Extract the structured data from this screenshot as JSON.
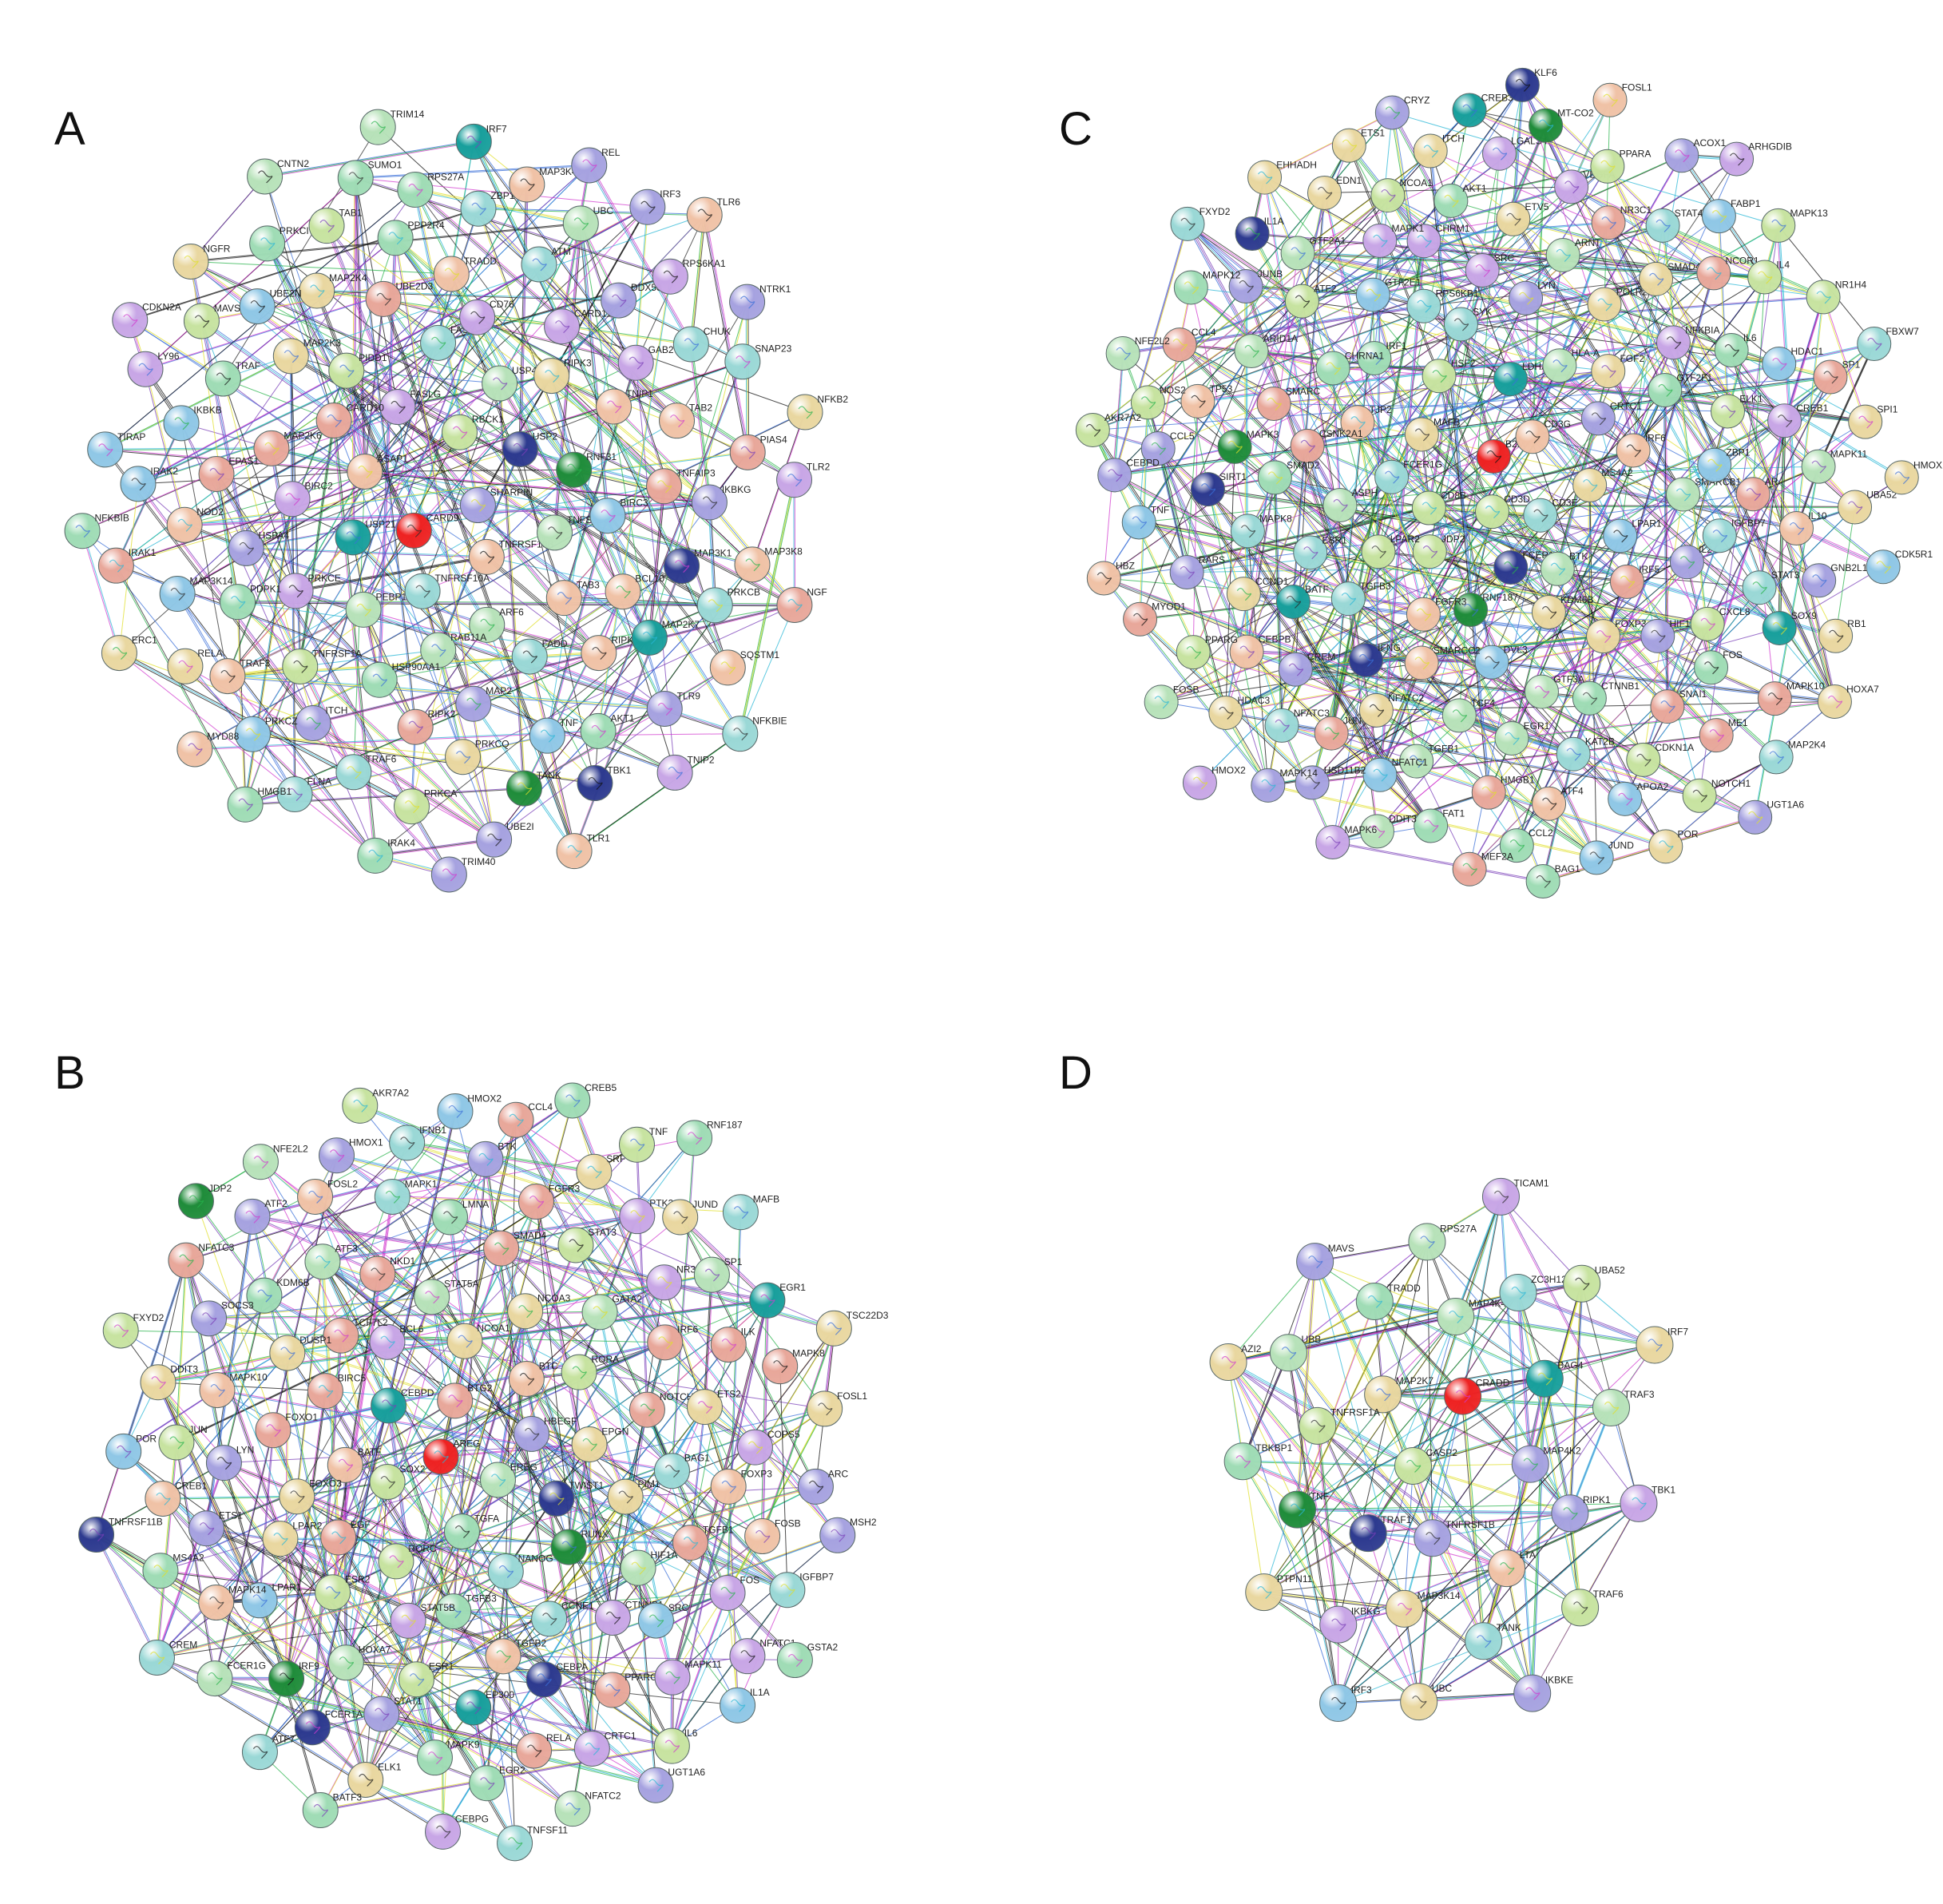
{
  "colors": {
    "node_palette": [
      "#9fdcb5",
      "#a6a2e0",
      "#9ad8d6",
      "#e9d7a0",
      "#e8a79a",
      "#c7e3a0",
      "#c8a6e6",
      "#8fc7e6",
      "#b7e2b9",
      "#f0c2a6"
    ],
    "edge_palette": [
      "#2b2b2b",
      "#7a3fb8",
      "#d13bcf",
      "#2ab7d6",
      "#28b34b",
      "#e0df2a",
      "#3a6fd8",
      "#111111"
    ],
    "center_node": "#ee2222",
    "dark_blue_node": "#2d3a8f",
    "dark_green_node": "#1f8c3a",
    "teal_node": "#189f9c"
  },
  "panels": [
    {
      "id": "A",
      "letter": "A",
      "labels": [
        "SHARPIN",
        "CARD9",
        "RBCK1",
        "TNFRSF10B",
        "ASAP1",
        "USP2",
        "TNFRSF10A",
        "FASLG",
        "TNFSF10",
        "USP21",
        "USP4",
        "ARF6",
        "CARD10",
        "RNF31",
        "PEBP1",
        "FAS",
        "TAB3",
        "BIRC2",
        "RIPK3",
        "RAB11A",
        "PIDD1",
        "BIRC3",
        "PRKCE",
        "CD76",
        "FADD",
        "MAP2K6",
        "TNIP1",
        "HSP90AA1",
        "UBE2D3",
        "BCL10",
        "HSPA4",
        "CARD11",
        "MAP2",
        "MAP2K3",
        "TNFAIP3",
        "TNFRSF1A",
        "TRADD",
        "RIPK1",
        "EPAS1",
        "GAB2",
        "RIPK2",
        "MAP2K4",
        "MAP3K1",
        "PDPK1",
        "ATM",
        "TNF",
        "TRAF",
        "TAB2",
        "ITCH",
        "PPP2R4",
        "MAP2K7",
        "NOD2",
        "DDX58",
        "PRKCQ",
        "UBE2N",
        "IKBKG",
        "TRAF3",
        "ZBP1",
        "AKT1",
        "IKBKB",
        "CHUK",
        "TRAF6",
        "TAB1",
        "PRKCB",
        "MAP3K14",
        "UBC",
        "TANK",
        "MAVS",
        "PIAS4",
        "PRKCZ",
        "RPS27A",
        "TLR9",
        "IRAK2",
        "RPS6KA1",
        "PRKCA",
        "PRKCI",
        "MAP3K8",
        "RELA",
        "MAP3K4",
        "TBK1",
        "LY96",
        "SNAP23",
        "FLNA",
        "SUMO1",
        "SQSTM1",
        "IRAK1",
        "IRF3",
        "UBE2I",
        "NGFR",
        "TLR2",
        "MYD88",
        "IRF7",
        "TNIP2",
        "TIRAP",
        "NTRK1",
        "IRAK4",
        "CNTN2",
        "NGF",
        "ERC1",
        "REL",
        "TLR1",
        "CDKN2A",
        "NFKB2",
        "HMGB1",
        "TRIM14",
        "NFKBIE",
        "NFKBIB",
        "TLR6",
        "TRIM40"
      ]
    },
    {
      "id": "B",
      "letter": "B",
      "labels": [
        "EREG",
        "AREG",
        "HBEGF",
        "TGFA",
        "BTG2",
        "TWIST1",
        "SOX2",
        "BTC",
        "NANOG",
        "CEBPD",
        "EPGN",
        "RORC",
        "NCOA1",
        "RUNX",
        "BATF",
        "RORA",
        "TGFB3",
        "BCL6",
        "PIM1",
        "EGF",
        "NCOA3",
        "CCNE1",
        "BIRC5",
        "NOTCH1",
        "STAT5B",
        "STAT5A",
        "HIF1A",
        "FOXO3",
        "GATA2",
        "TGFB2",
        "TCF7L2",
        "BAG1",
        "ESR2",
        "SMAD4",
        "CTNNB1",
        "FOXO1",
        "IRF6",
        "ESR1",
        "NKD1",
        "TGFB1",
        "LPAR2",
        "STAT3",
        "CEBPA",
        "DUSP1",
        "ETS2",
        "HOXA7",
        "LMNA",
        "SRC",
        "LYN",
        "NR3C1",
        "EP300",
        "ATF3",
        "FOXP3",
        "LPAR1",
        "FGFR3",
        "PPARG",
        "MAPK10",
        "ILK",
        "STAT1",
        "MAPK1",
        "FOS",
        "ETS1",
        "PTK2",
        "RELA",
        "KDM6B",
        "COPS5",
        "IRF9",
        "BTK",
        "MAPK11",
        "JUN",
        "SP1",
        "MAPK9",
        "FOSL2",
        "FOSB",
        "MAPK14",
        "SRF",
        "CRTC1",
        "SOCS3",
        "MAPK8",
        "FCER1A",
        "IFNB1",
        "NFATC1",
        "CREB1",
        "JUND",
        "EGR2",
        "ATF2",
        "ARC",
        "FCER1G",
        "CCL4",
        "IL6",
        "DDIT3",
        "EGR1",
        "ELK1",
        "HMOX1",
        "IGFBP7",
        "MS4A2",
        "TNF",
        "NFATC2",
        "NFATC3",
        "FOSL1",
        "ATF7",
        "HMOX2",
        "IL1A",
        "POR",
        "MAFB",
        "CEBPG",
        "NFE2L2",
        "MSH2",
        "CREM",
        "CREB5",
        "UGT1A6",
        "FXYD2",
        "TSC22D3",
        "BATF3",
        "AKR7A2",
        "GSTA2",
        "TNFRSF11B",
        "RNF187",
        "TNFSF11",
        "JDP2"
      ]
    },
    {
      "id": "C",
      "letter": "C",
      "labels": [
        "CD3D",
        "B2M",
        "CD3E",
        "CD8B",
        "CD3G",
        "FCER1A",
        "MAFB",
        "MS4A2",
        "JDP2",
        "LDHA",
        "BTK",
        "FCER1G",
        "CRTC1",
        "RNF187",
        "HSF2",
        "LPAR1",
        "LPAR2",
        "HLA-A",
        "KDM6B",
        "TJP2",
        "IRF6",
        "FGFR3",
        "SYK",
        "IRF5",
        "ASPH",
        "FGF2",
        "DVL3",
        "IRF1",
        "SMARCB1",
        "TGFB3",
        "LYN",
        "FOXP3",
        "CSNK2A1",
        "GTF2F1",
        "SMARCC2",
        "RPS6KB1",
        "IL2",
        "ESR1",
        "POLR2A",
        "GTF3A",
        "CHRNA1",
        "ZBP1",
        "IFNG",
        "SRC",
        "HIF1A",
        "SMAD2",
        "NFKBIA",
        "TCF4",
        "GTF2E1",
        "IGFBP7",
        "BATF",
        "ARNT",
        "CTNNB1",
        "SMARC",
        "ELK1",
        "NFATC2",
        "CHRM1",
        "CXCL8",
        "MAPK8",
        "SMAD4",
        "EGR1",
        "ATF2",
        "AR",
        "CREM",
        "ETV5",
        "SNAI1",
        "MAPK3",
        "IL6",
        "TGFB1",
        "MAPK1",
        "STAT3",
        "CCND1",
        "NR3C1",
        "KAT2B",
        "ARID1A",
        "CREB1",
        "JUN",
        "AKT1",
        "FOS",
        "SIRT1",
        "NCOR1",
        "HMGB1",
        "GTF2A1",
        "IL10",
        "CEBPB",
        "VEGFA",
        "CDKN1A",
        "TP53",
        "HDAC1",
        "NFATC1",
        "NCOA1",
        "SOX9",
        "RARS",
        "STAT4",
        "ATF4",
        "JUNB",
        "MAPK11",
        "NFATC3",
        "LGALS4",
        "ME1",
        "CCL5",
        "IL4",
        "FAT1",
        "EDN1",
        "GNB2L1",
        "PPARG",
        "PPARA",
        "APOA2",
        "CCL4",
        "SP1",
        "HSD11B2",
        "ITCH",
        "MAPK10",
        "TNF",
        "FABP1",
        "CCL2",
        "IL1A",
        "UBA52",
        "HDAC3",
        "MT-CO2",
        "NOTCH1",
        "NOS2",
        "NR1H4",
        "DDIT3",
        "ETS1",
        "RB1",
        "MYOD1",
        "ACOX1",
        "JUND",
        "MAPK12",
        "SPI1",
        "MAPK14",
        "CREB3",
        "MAP2K4",
        "CEBPD",
        "MAPK13",
        "MEF2A",
        "EHHADH",
        "CDK5R1",
        "FOSB",
        "FOSL1",
        "POR",
        "NFE2L2",
        "FBXW7",
        "MAPK6",
        "CRYZ",
        "HOXA7",
        "HBZ",
        "ARHGDIB",
        "BAG1",
        "FXYD2",
        "HMOX1",
        "HMOX2",
        "KLF6",
        "UGT1A6",
        "AKR7A2"
      ]
    },
    {
      "id": "D",
      "letter": "D",
      "labels": [
        "CASP2",
        "CRADD",
        "TNFRSF1B",
        "MAP2K7",
        "MAP4K2",
        "TRAF1",
        "MAP4K4",
        "LTA",
        "TNFRSF1A",
        "BAG4",
        "MAP3K14",
        "TRADD",
        "RIPK1",
        "TNF",
        "ZC3H12A",
        "TANK",
        "UBB",
        "TRAF3",
        "IKBKG",
        "RPS27A",
        "TRAF6",
        "TBKBP1",
        "UBA52",
        "UBC",
        "MAVS",
        "TBK1",
        "PTPN11",
        "TICAM1",
        "IKBKE",
        "AZI2",
        "IRF7",
        "IRF3"
      ]
    }
  ]
}
